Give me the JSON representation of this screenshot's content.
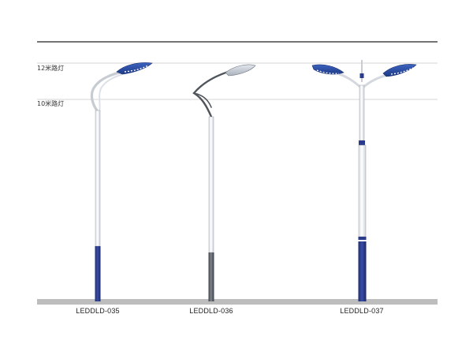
{
  "height_labels": {
    "h12": "12米路灯",
    "h10": "10米路灯"
  },
  "models": [
    {
      "id": "LEDDLD-035",
      "style": "single-arm-curved"
    },
    {
      "id": "LEDDLD-036",
      "style": "single-arm-dark"
    },
    {
      "id": "LEDDLD-037",
      "style": "double-arm"
    }
  ],
  "colors": {
    "pole_blue": "#2a3a8c",
    "pole_white": "#f2f4f7",
    "pole_outline": "#9aa3ad",
    "pole_dark": "#555a60",
    "lamp_blue": "#2b4fa8",
    "ground": "#bdbdbd",
    "guide_line": "#c8c8c8",
    "top_rule": "#222222"
  }
}
